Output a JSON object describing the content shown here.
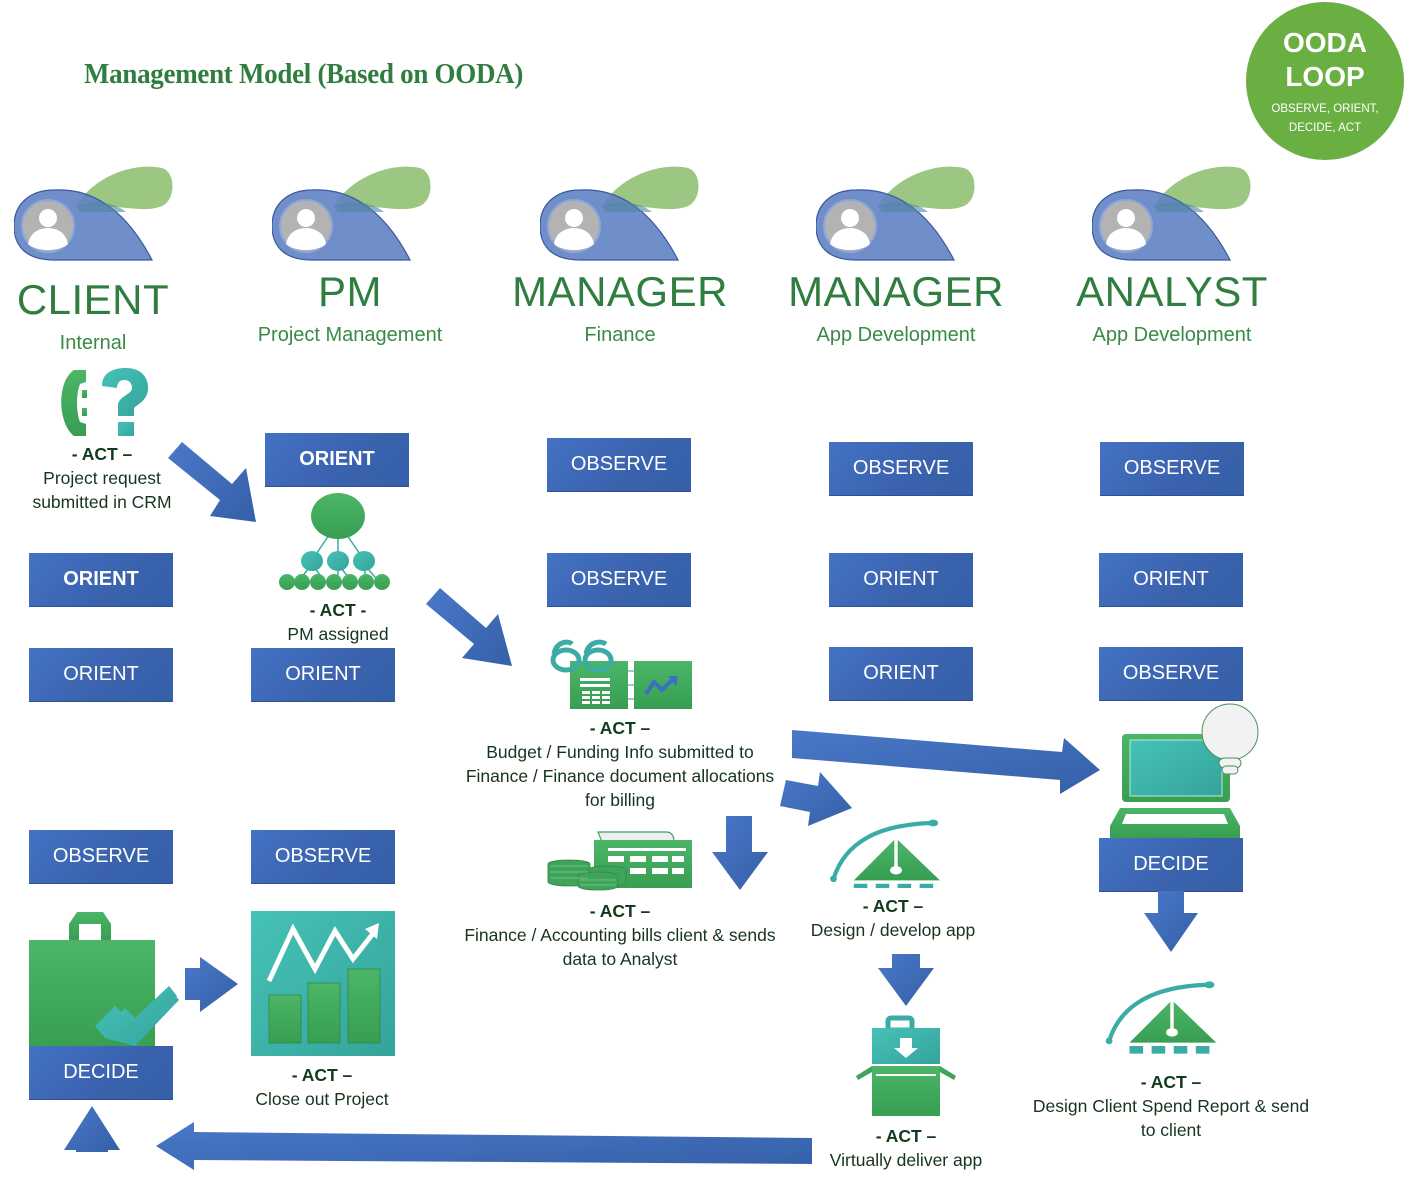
{
  "title": "Management Model (Based on OODA)",
  "ooda_badge": {
    "line1": "OODA",
    "line2": "LOOP",
    "line3": "OBSERVE, ORIENT,",
    "line4": "DECIDE, ACT",
    "color": "#6aaf42"
  },
  "colors": {
    "box_blue": "#4472c4",
    "role_green": "#2f7d3f",
    "icon_green": "#3fa35a",
    "icon_teal": "#3aaca5"
  },
  "roles": [
    {
      "name": "CLIENT",
      "sub": "Internal"
    },
    {
      "name": "PM",
      "sub": "Project Management"
    },
    {
      "name": "MANAGER",
      "sub": "Finance"
    },
    {
      "name": "MANAGER",
      "sub": "App Development"
    },
    {
      "name": "ANALYST",
      "sub": "App Development"
    }
  ],
  "boxes": {
    "pm_orient_top": "ORIENT",
    "fin_observe_1": "OBSERVE",
    "appmgr_observe_1": "OBSERVE",
    "analyst_observe_1": "OBSERVE",
    "client_orient_1": "ORIENT",
    "fin_observe_2": "OBSERVE",
    "appmgr_orient_1": "ORIENT",
    "analyst_orient_1": "ORIENT",
    "client_orient_2": "ORIENT",
    "pm_orient_2": "ORIENT",
    "appmgr_orient_2": "ORIENT",
    "analyst_observe_2": "OBSERVE",
    "client_observe": "OBSERVE",
    "pm_observe": "OBSERVE",
    "client_decide": "DECIDE",
    "analyst_decide": "DECIDE"
  },
  "acts": {
    "project_request": {
      "head": "- ACT –",
      "lines": [
        "Project request",
        "submitted in CRM"
      ]
    },
    "pm_assigned": {
      "head": "- ACT -",
      "lines": [
        "PM assigned"
      ]
    },
    "budget": {
      "head": "- ACT –",
      "lines": [
        "Budget / Funding Info submitted to",
        "Finance / Finance document allocations",
        "for billing"
      ]
    },
    "billing": {
      "head": "- ACT –",
      "lines": [
        "Finance / Accounting bills client & sends",
        "data to Analyst"
      ]
    },
    "design_app": {
      "head": "- ACT –",
      "lines": [
        "Design / develop app"
      ]
    },
    "deliver_app": {
      "head": "- ACT –",
      "lines": [
        "Virtually deliver app"
      ]
    },
    "spend_report": {
      "head": "- ACT –",
      "lines": [
        "Design Client Spend Report & send",
        "to client"
      ]
    },
    "close_out": {
      "head": "- ACT –",
      "lines": [
        "Close out Project"
      ]
    }
  }
}
